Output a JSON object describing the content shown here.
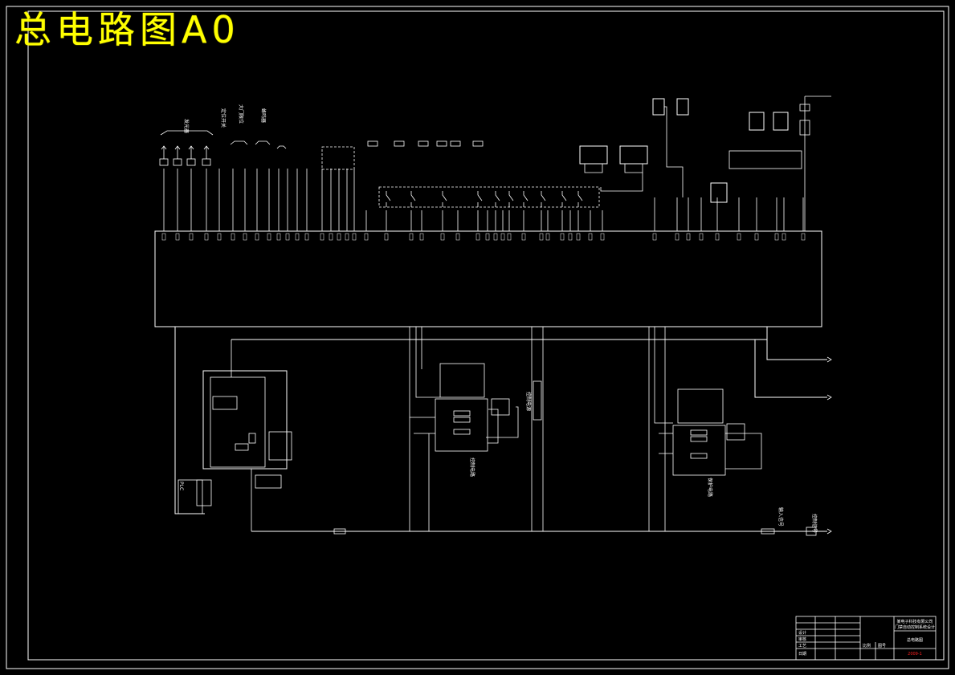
{
  "title": "总电路图A0",
  "colors": {
    "background": "#000000",
    "lines": "#ffffff",
    "title": "#ffff00",
    "drawing_number": "#ff2020"
  },
  "diagram": {
    "top_group_labels": [
      "发光器",
      "定位开关",
      "大门限位",
      "蜂鸣器"
    ],
    "bus_labels": [
      "输入信号",
      "控制信号",
      "控制电源"
    ],
    "module_labels": [
      "PLC",
      "控制电路",
      "保护电路"
    ]
  },
  "title_block": {
    "company": "某电子科技有限公司",
    "project": "门禁自动控制系统设计",
    "drawing_name": "总电路图",
    "drawing_number": "2009-1",
    "labels": [
      "设计",
      "审核",
      "工艺",
      "日期",
      "比例",
      "图号"
    ]
  }
}
